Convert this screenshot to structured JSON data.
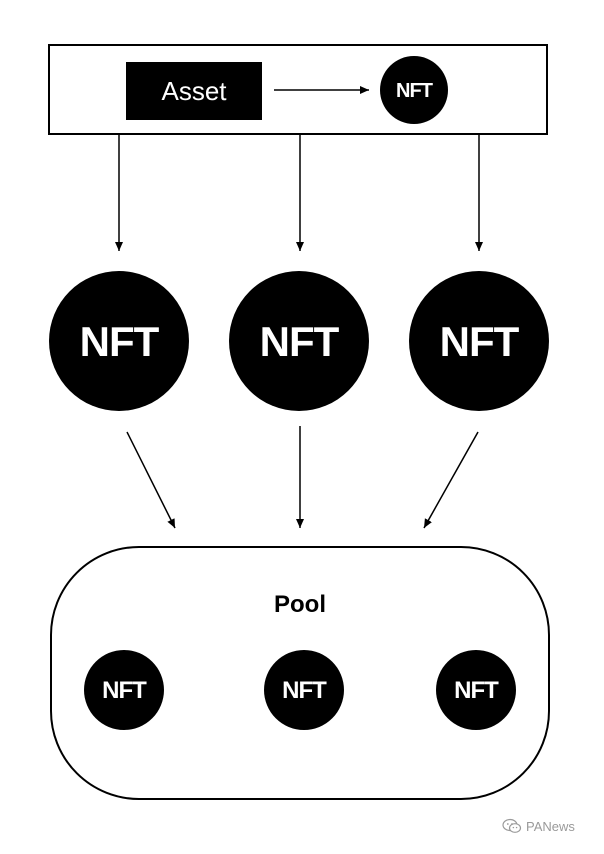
{
  "diagram": {
    "source_box": {
      "asset_label": "Asset",
      "nft_label": "NFT"
    },
    "fractions": [
      {
        "label": "NFT"
      },
      {
        "label": "NFT"
      },
      {
        "label": "NFT"
      }
    ],
    "pool": {
      "title": "Pool",
      "items": [
        {
          "label": "NFT"
        },
        {
          "label": "NFT"
        },
        {
          "label": "NFT"
        }
      ]
    }
  },
  "watermark": {
    "text": "PANews",
    "icon": "wechat-icon"
  },
  "colors": {
    "fill": "#000000",
    "text_on_fill": "#ffffff",
    "stroke": "#000000",
    "watermark": "#9a9a9a"
  }
}
